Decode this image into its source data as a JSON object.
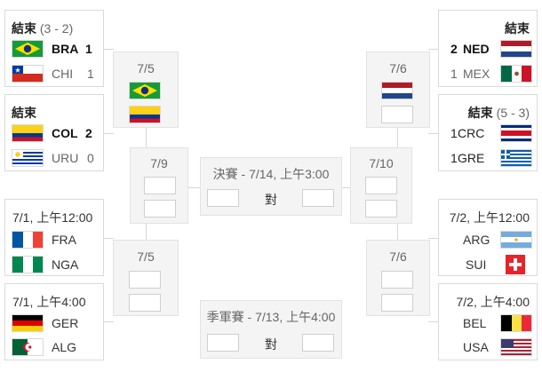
{
  "left_qf1": {
    "status": "結束",
    "score_note": "(3 - 2)",
    "team1": {
      "code": "BRA",
      "score": "1",
      "flag": "brazil-flag"
    },
    "team2": {
      "code": "CHI",
      "score": "1",
      "flag": "chile-flag"
    }
  },
  "left_qf2": {
    "status": "結束",
    "team1": {
      "code": "COL",
      "score": "2",
      "flag": "colombia-flag"
    },
    "team2": {
      "code": "URU",
      "score": "0",
      "flag": "uruguay-flag"
    }
  },
  "left_qf3": {
    "date": "7/1, 上午12:00",
    "team1": {
      "code": "FRA",
      "flag": "france-flag"
    },
    "team2": {
      "code": "NGA",
      "flag": "nigeria-flag"
    }
  },
  "left_qf4": {
    "date": "7/1, 上午4:00",
    "team1": {
      "code": "GER",
      "flag": "germany-flag"
    },
    "team2": {
      "code": "ALG",
      "flag": "algeria-flag"
    }
  },
  "right_qf1": {
    "status": "結束",
    "team1": {
      "code": "NED",
      "score": "2",
      "flag": "netherlands-flag"
    },
    "team2": {
      "code": "MEX",
      "score": "1",
      "flag": "mexico-flag"
    }
  },
  "right_qf2": {
    "status": "結束",
    "score_note": "(5 - 3)",
    "team1": {
      "code": "CRC",
      "score": "1",
      "flag": "costa-rica-flag"
    },
    "team2": {
      "code": "GRE",
      "score": "1",
      "flag": "greece-flag"
    }
  },
  "right_qf3": {
    "date": "7/2, 上午12:00",
    "team1": {
      "code": "ARG",
      "flag": "argentina-flag"
    },
    "team2": {
      "code": "SUI",
      "flag": "switzerland-flag"
    }
  },
  "right_qf4": {
    "date": "7/2, 上午4:00",
    "team1": {
      "code": "BEL",
      "flag": "belgium-flag"
    },
    "team2": {
      "code": "USA",
      "flag": "usa-flag"
    }
  },
  "left_r2_top": {
    "date": "7/5"
  },
  "left_r2_bottom": {
    "date": "7/5"
  },
  "right_r2_top": {
    "date": "7/6"
  },
  "right_r2_bottom": {
    "date": "7/6"
  },
  "left_semi": {
    "date": "7/9"
  },
  "right_semi": {
    "date": "7/10"
  },
  "final": {
    "title": "決賽 - 7/14, 上午3:00",
    "vs": "對"
  },
  "third_place": {
    "title": "季軍賽 - 7/13, 上午4:00",
    "vs": "對"
  }
}
